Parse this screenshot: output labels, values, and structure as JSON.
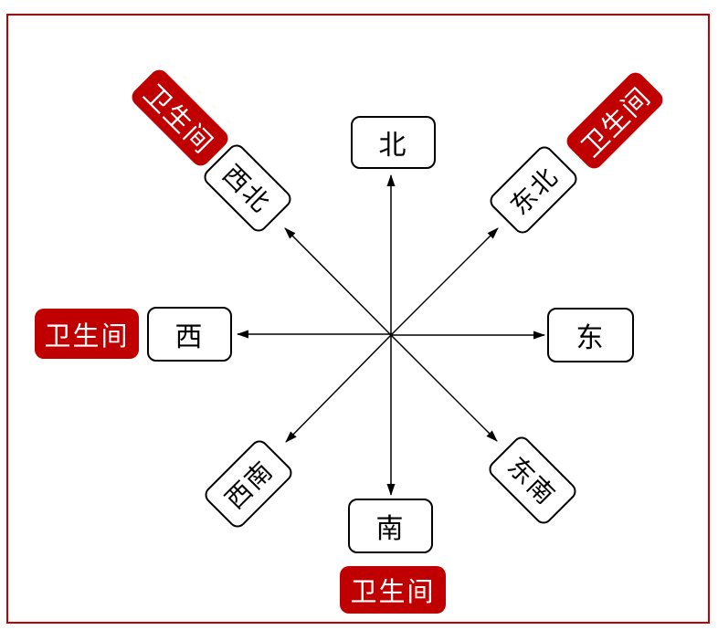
{
  "diagram": {
    "directions": [
      {
        "key": "north",
        "label": "北"
      },
      {
        "key": "northeast",
        "label": "东北"
      },
      {
        "key": "east",
        "label": "东"
      },
      {
        "key": "southeast",
        "label": "东南"
      },
      {
        "key": "south",
        "label": "南"
      },
      {
        "key": "southwest",
        "label": "西南"
      },
      {
        "key": "west",
        "label": "西"
      },
      {
        "key": "northwest",
        "label": "西北"
      }
    ],
    "bathrooms": [
      {
        "position": "northwest",
        "label": "卫生间"
      },
      {
        "position": "northeast",
        "label": "卫生间"
      },
      {
        "position": "west",
        "label": "卫生间"
      },
      {
        "position": "south",
        "label": "卫生间"
      }
    ],
    "colors": {
      "background": "#ffffff",
      "frame_border": "#c00000",
      "bathroom_fill": "#c00000",
      "bathroom_text": "#ffffff",
      "direction_box_fill": "#ffffff",
      "direction_box_border": "#000000",
      "arrow": "#000000"
    }
  }
}
